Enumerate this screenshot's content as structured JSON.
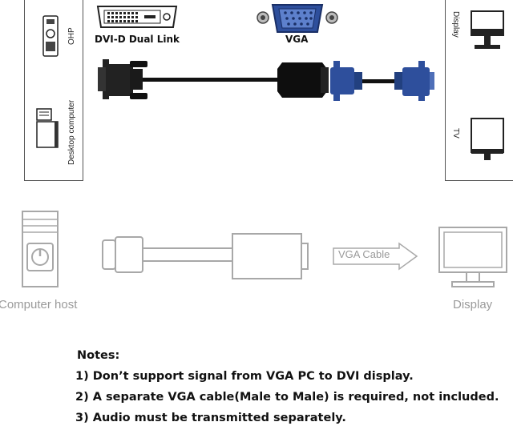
{
  "top_panel": {
    "left_labels": {
      "ohp": "OHP",
      "desktop": "Desktop computer"
    },
    "right_labels": {
      "display": "Display",
      "tv": "TV"
    },
    "connector_labels": {
      "dvi": "DVI-D Dual Link",
      "vga": "VGA"
    }
  },
  "bottom_diagram": {
    "computer_label": "Computer host",
    "display_label": "Display",
    "cable_label": "VGA Cable"
  },
  "notes": {
    "heading": "Notes:",
    "items": [
      "1)  Don’t support signal from VGA PC to DVI display.",
      "2)  A separate VGA cable(Male to Male) is required, not included.",
      "3)  Audio must be transmitted separately."
    ]
  },
  "colors": {
    "vga_blue": "#2e4f9c",
    "panel_border": "#555555",
    "diagram_grey": "#a8a8a8"
  }
}
